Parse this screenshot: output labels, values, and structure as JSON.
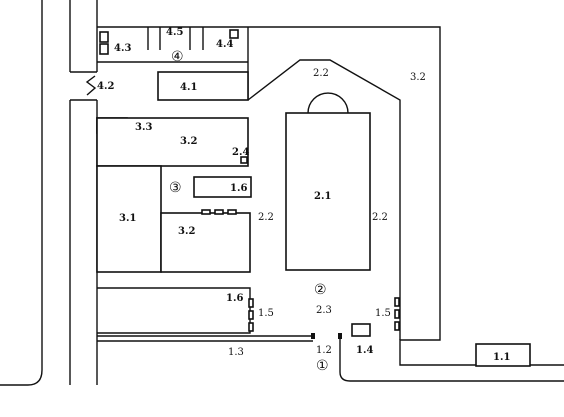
{
  "labels": {
    "l_1_1": "1.1",
    "l_1_2": "1.2",
    "l_1_3": "1.3",
    "l_1_4": "1.4",
    "l_1_5_left": "1.5",
    "l_1_5_right": "1.5",
    "l_1_6_top": "1.6",
    "l_1_6_bottom": "1.6",
    "l_2_1": "2.1",
    "l_2_2_top": "2.2",
    "l_2_2_left": "2.2",
    "l_2_2_right": "2.2",
    "l_2_3": "2.3",
    "l_2_4": "2.4",
    "l_3_1": "3.1",
    "l_3_2_upper": "3.2",
    "l_3_2_lower": "3.2",
    "l_3_2_right": "3.2",
    "l_3_3": "3.3",
    "l_4_1": "4.1",
    "l_4_2": "4.2",
    "l_4_3": "4.3",
    "l_4_4": "4.4",
    "l_4_5": "4.5"
  },
  "zones": {
    "z1": "①",
    "z2": "②",
    "z3": "③",
    "z4": "④"
  }
}
